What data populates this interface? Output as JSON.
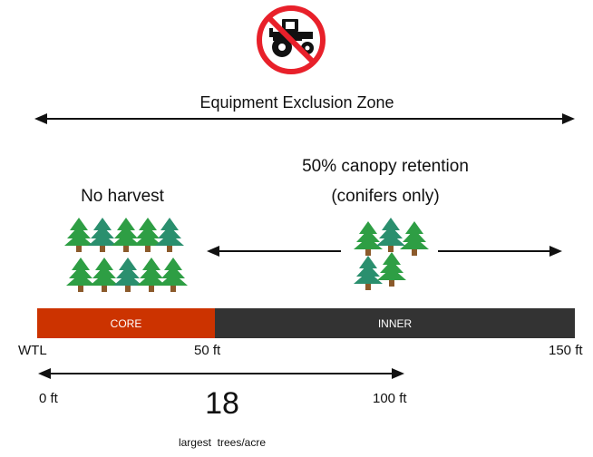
{
  "header": {
    "icon": "no-tractor-icon",
    "zone_label": "Equipment Exclusion Zone"
  },
  "zones": {
    "no_harvest_label": "No harvest",
    "retention_label_line1": "50% canopy retention",
    "retention_label_line2": "(conifers only)"
  },
  "bar": {
    "core_label": "CORE",
    "inner_label": "INNER",
    "core_color": "#cc3300",
    "inner_color": "#333333"
  },
  "distances": {
    "wtl": "WTL",
    "mark_50": "50 ft",
    "mark_150": "150 ft",
    "mark_0": "0 ft",
    "mark_100": "100 ft"
  },
  "largest_trees": {
    "value": "18",
    "label": "largest  trees/acre"
  },
  "colors": {
    "tree_green": "#2e9e44",
    "tree_teal": "#2a8f6e",
    "trunk": "#8b5a2b",
    "prohibit_red": "#e8202a"
  }
}
